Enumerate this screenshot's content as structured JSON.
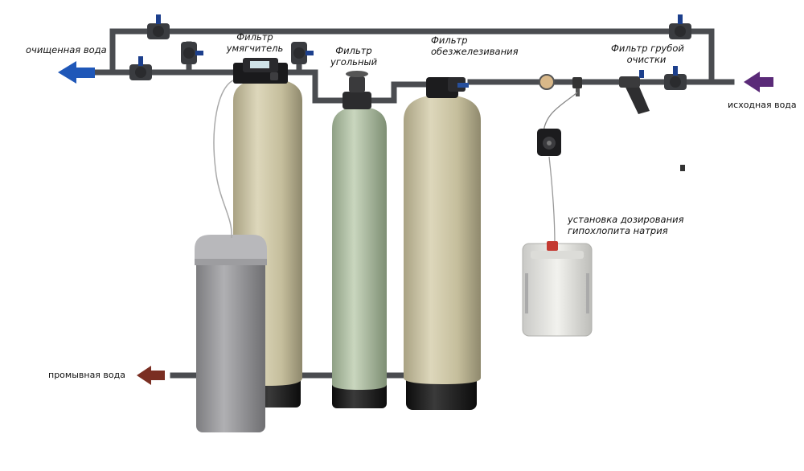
{
  "labels": {
    "purified_water": "очищенная вода",
    "softener_line1": "Фильтр",
    "softener_line2": "умягчитель",
    "carbon_line1": "Фильтр",
    "carbon_line2": "угольный",
    "iron_line1": "Фильтр",
    "iron_line2": "обезжелезивания",
    "coarse_line1": "Фильтр грубой",
    "coarse_line2": "очистки",
    "source_water": "исходная вода",
    "dosing_line1": "установка дозирования",
    "dosing_line2": "гипохлопита натрия",
    "flush_water": "промывная вода"
  },
  "colors": {
    "pipe": "#4a4c50",
    "arrow_out": "#1f57b8",
    "arrow_in": "#5a2a78",
    "arrow_drain": "#7a2e22",
    "tank_beige": "#c9c2a0",
    "tank_green": "#aebfa3",
    "tank_base": "#1a1a1a",
    "brine_tank": "#9a9a9c"
  },
  "icons": {
    "outlet_arrow": "arrow-left-icon",
    "inlet_arrow": "arrow-left-icon",
    "drain_arrow": "arrow-left-icon",
    "valve": "ball-valve-icon",
    "pump": "dosing-pump-icon",
    "canister": "canister-icon"
  }
}
